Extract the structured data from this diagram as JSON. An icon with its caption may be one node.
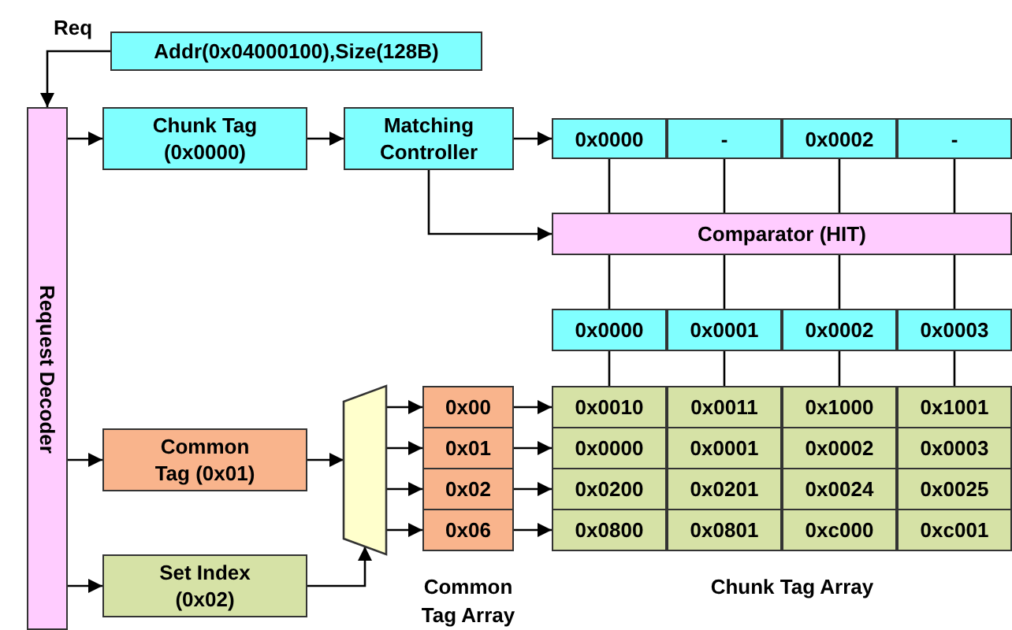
{
  "diagram": {
    "nodes": [
      {
        "text": [
          "Addr(0x04000100),Size(128B)"
        ]
      },
      {
        "text": [
          "Request Decoder"
        ]
      },
      {
        "text": [
          "Chunk Tag (0x0000)"
        ]
      },
      {
        "text": [
          "Matching Controller"
        ]
      },
      {
        "text": [
          "0x0000"
        ]
      },
      {
        "text": [
          "-"
        ]
      },
      {
        "text": [
          "0x0002"
        ]
      },
      {
        "text": [
          "-"
        ]
      },
      {
        "text": [
          "Comparator (HIT)"
        ]
      },
      {
        "text": [
          "0x0000"
        ]
      },
      {
        "text": [
          "0x0001"
        ]
      },
      {
        "text": [
          "0x0002"
        ]
      },
      {
        "text": [
          "0x0003"
        ]
      },
      {
        "text": [
          "Common Tag (0x01)"
        ]
      },
      {
        "text": [
          "Set Index (0x02)"
        ]
      },
      {
        "text": [],
        "shape": "trapezoid"
      },
      {
        "text": [
          "0x00"
        ]
      },
      {
        "text": [
          "0x01"
        ]
      },
      {
        "text": [
          "0x02"
        ]
      },
      {
        "text": [
          "0x06"
        ]
      },
      {
        "text": [
          "0x0010"
        ]
      },
      {
        "text": [
          "0x0011"
        ]
      },
      {
        "text": [
          "0x1000"
        ]
      },
      {
        "text": [
          "0x1001"
        ]
      },
      {
        "text": [
          "0x0000"
        ]
      },
      {
        "text": [
          "0x0001"
        ]
      },
      {
        "text": [
          "0x0002"
        ]
      },
      {
        "text": [
          "0x0003"
        ]
      },
      {
        "text": [
          "0x0200"
        ]
      },
      {
        "text": [
          "0x0201"
        ]
      },
      {
        "text": [
          "0x0024"
        ]
      },
      {
        "text": [
          "0x0025"
        ]
      },
      {
        "text": [
          "0x0800"
        ]
      },
      {
        "text": [
          "0x0801"
        ]
      },
      {
        "text": [
          "0xc000"
        ]
      },
      {
        "text": [
          "0xc001"
        ]
      }
    ],
    "edges": [
      {
        "from": 0,
        "to": 1,
        "arrow": "to",
        "label": "Req"
      },
      {
        "from": 1,
        "to": 2,
        "arrow": "to"
      },
      {
        "from": 2,
        "to": 3,
        "arrow": "to"
      },
      {
        "from": 3,
        "to": 4,
        "arrow": "to"
      },
      {
        "from": 3,
        "to": 8,
        "arrow": "to"
      },
      {
        "from": 4,
        "to": 8,
        "arrow": "none"
      },
      {
        "from": 5,
        "to": 8,
        "arrow": "none"
      },
      {
        "from": 6,
        "to": 8,
        "arrow": "none"
      },
      {
        "from": 7,
        "to": 8,
        "arrow": "none"
      },
      {
        "from": 8,
        "to": 9,
        "arrow": "none"
      },
      {
        "from": 8,
        "to": 10,
        "arrow": "none"
      },
      {
        "from": 8,
        "to": 11,
        "arrow": "none"
      },
      {
        "from": 8,
        "to": 12,
        "arrow": "none"
      },
      {
        "from": 9,
        "to": 20,
        "arrow": "none"
      },
      {
        "from": 10,
        "to": 21,
        "arrow": "none"
      },
      {
        "from": 11,
        "to": 22,
        "arrow": "none"
      },
      {
        "from": 12,
        "to": 23,
        "arrow": "none"
      },
      {
        "from": 1,
        "to": 13,
        "arrow": "to"
      },
      {
        "from": 1,
        "to": 14,
        "arrow": "to"
      },
      {
        "from": 13,
        "to": 15,
        "arrow": "to"
      },
      {
        "from": 14,
        "to": 15,
        "arrow": "to"
      },
      {
        "from": 15,
        "to": 16,
        "arrow": "to"
      },
      {
        "from": 15,
        "to": 17,
        "arrow": "to"
      },
      {
        "from": 15,
        "to": 18,
        "arrow": "to"
      },
      {
        "from": 15,
        "to": 19,
        "arrow": "to"
      },
      {
        "from": 16,
        "to": 20,
        "arrow": "to"
      },
      {
        "from": 17,
        "to": 24,
        "arrow": "to"
      },
      {
        "from": 18,
        "to": 28,
        "arrow": "to"
      },
      {
        "from": 19,
        "to": 32,
        "arrow": "to"
      }
    ],
    "labels": [
      "Common Tag Array",
      "Chunk Tag Array"
    ]
  }
}
